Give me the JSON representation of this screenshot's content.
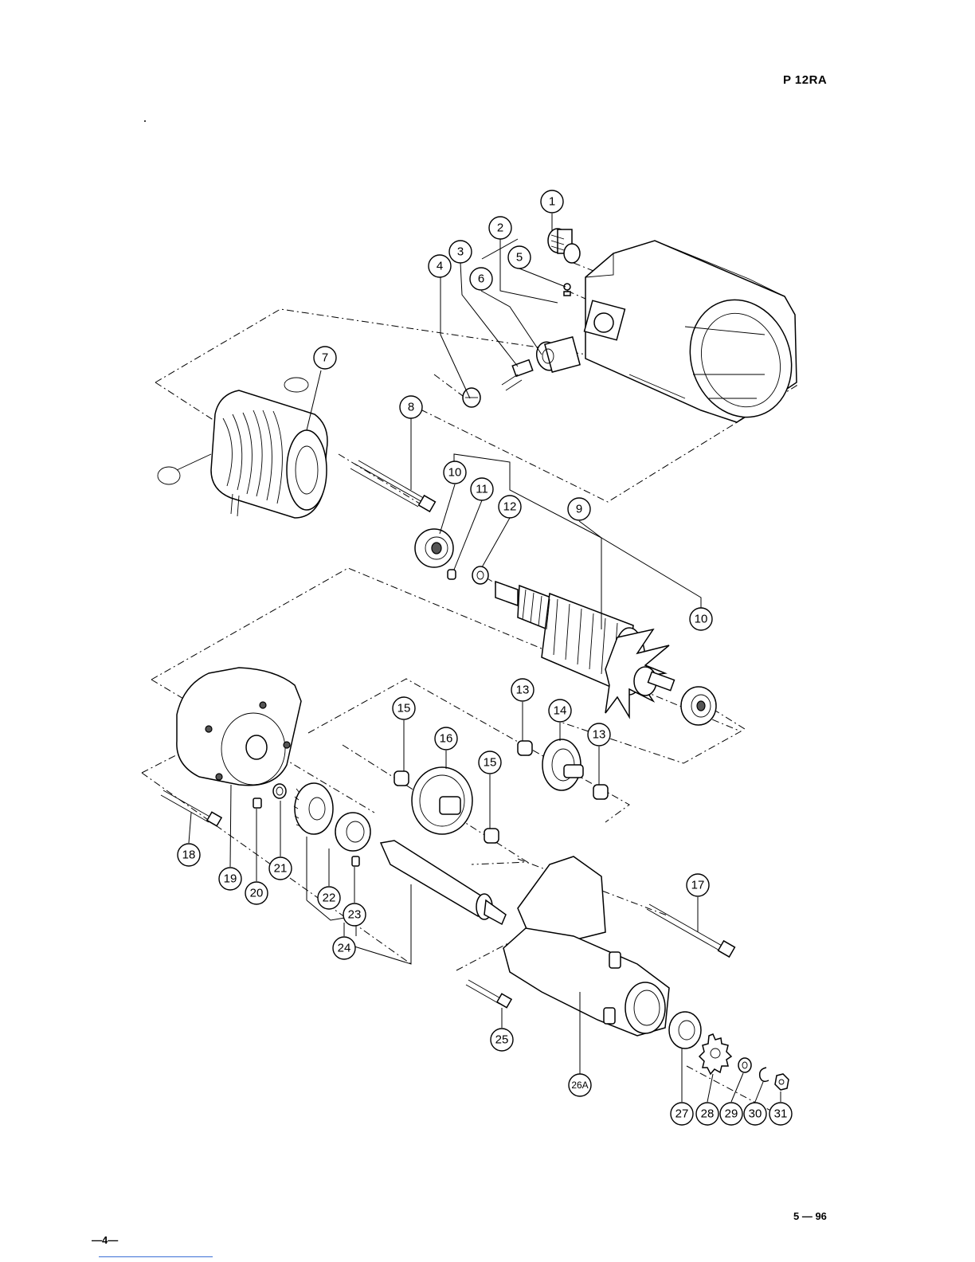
{
  "header": {
    "model": "P 12RA"
  },
  "footer": {
    "page": "—4—",
    "date_code": "5 — 96"
  },
  "callouts": [
    "1",
    "2",
    "3",
    "4",
    "5",
    "6",
    "7",
    "8",
    "9",
    "10",
    "10",
    "11",
    "12",
    "13",
    "13",
    "14",
    "15",
    "15",
    "16",
    "17",
    "18",
    "19",
    "20",
    "21",
    "22",
    "23",
    "24",
    "25",
    "26A",
    "27",
    "28",
    "29",
    "30",
    "31"
  ]
}
